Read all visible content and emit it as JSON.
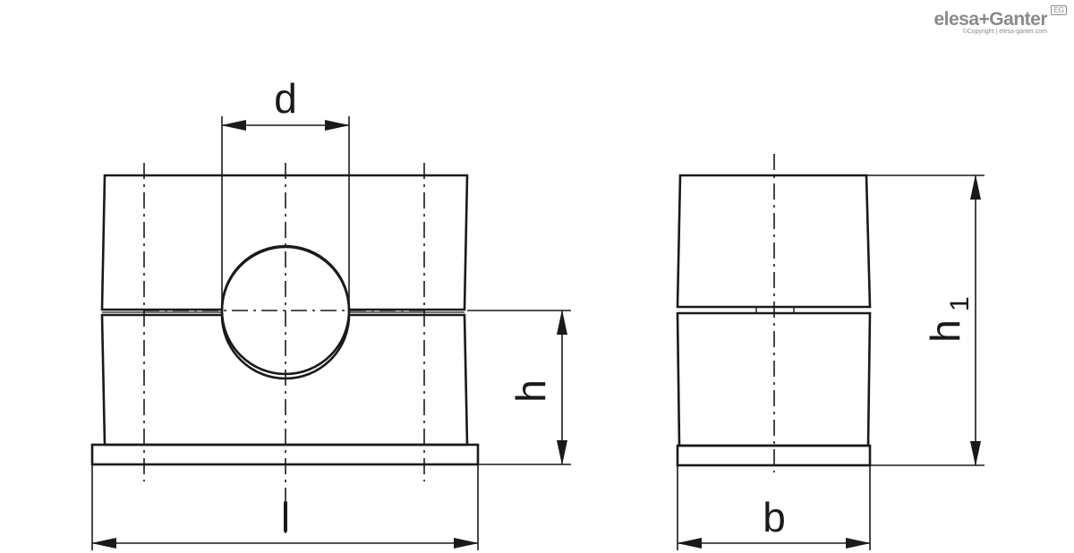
{
  "logo": {
    "brand": "elesa+Ganter",
    "copyright": "©Copyright | elesa-ganter.com",
    "badge": "EG"
  },
  "dimensions": {
    "d": "d",
    "l": "l",
    "h": "h",
    "b": "b",
    "h1_base": "h",
    "h1_sub": "1"
  },
  "colors": {
    "line": "#1a1a1a"
  }
}
